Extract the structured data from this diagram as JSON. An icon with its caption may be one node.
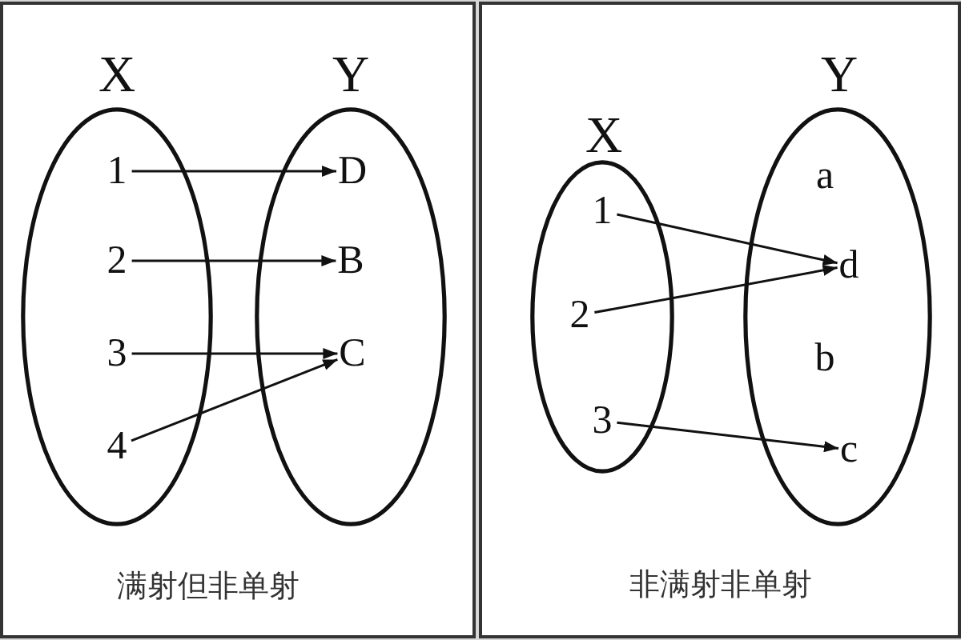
{
  "diagram": {
    "nodes": [
      {
        "text": [
          "满射但非单射"
        ]
      },
      {
        "text": [
          "X"
        ],
        "in": 0
      },
      {
        "text": [
          "1"
        ],
        "in": 1
      },
      {
        "text": [
          "2"
        ],
        "in": 1
      },
      {
        "text": [
          "3"
        ],
        "in": 1
      },
      {
        "text": [
          "4"
        ],
        "in": 1
      },
      {
        "text": [
          "Y"
        ],
        "in": 0
      },
      {
        "text": [
          "D"
        ],
        "in": 6
      },
      {
        "text": [
          "B"
        ],
        "in": 6
      },
      {
        "text": [
          "C"
        ],
        "in": 6
      },
      {
        "text": [
          "非满射非单射"
        ]
      },
      {
        "text": [
          "X"
        ],
        "in": 10
      },
      {
        "text": [
          "1"
        ],
        "in": 11
      },
      {
        "text": [
          "2"
        ],
        "in": 11
      },
      {
        "text": [
          "3"
        ],
        "in": 11
      },
      {
        "text": [
          "Y"
        ],
        "in": 10
      },
      {
        "text": [
          "a"
        ],
        "in": 15
      },
      {
        "text": [
          "d"
        ],
        "in": 15
      },
      {
        "text": [
          "b"
        ],
        "in": 15
      },
      {
        "text": [
          "c"
        ],
        "in": 15
      }
    ],
    "edges": [
      {
        "from": 2,
        "to": 7,
        "arrow": "to"
      },
      {
        "from": 3,
        "to": 8,
        "arrow": "to"
      },
      {
        "from": 4,
        "to": 9,
        "arrow": "to"
      },
      {
        "from": 5,
        "to": 9,
        "arrow": "to"
      },
      {
        "from": 12,
        "to": 17,
        "arrow": "to"
      },
      {
        "from": 13,
        "to": 17,
        "arrow": "to"
      },
      {
        "from": 14,
        "to": 19,
        "arrow": "to"
      }
    ]
  }
}
